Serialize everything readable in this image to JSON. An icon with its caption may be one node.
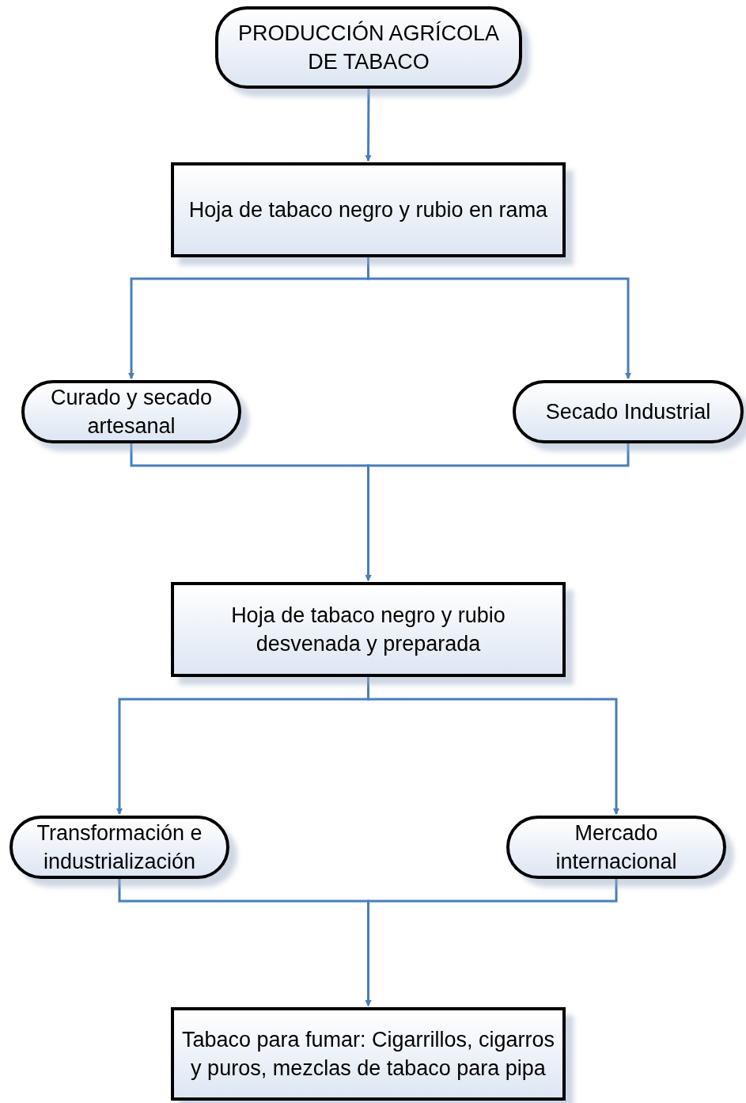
{
  "diagram": {
    "nodes": [
      {
        "text": [
          "PRODUCCIÓN AGRÍCOLA DE TABACO"
        ]
      },
      {
        "text": [
          "Hoja de tabaco negro y rubio en rama"
        ]
      },
      {
        "text": [
          "Curado y secado artesanal"
        ]
      },
      {
        "text": [
          "Secado Industrial"
        ]
      },
      {
        "text": [
          "Hoja de tabaco negro y rubio desvenada y preparada"
        ]
      },
      {
        "text": [
          "Transformación e industrialización"
        ]
      },
      {
        "text": [
          "Mercado internacional"
        ]
      },
      {
        "text": [
          "Tabaco para fumar: Cigarrillos, cigarros y puros, mezclas de tabaco para pipa"
        ]
      }
    ],
    "edges": [
      {
        "from": 0,
        "to": 1,
        "arrow": "to"
      },
      {
        "from": 1,
        "to": 2,
        "arrow": "to"
      },
      {
        "from": 1,
        "to": 3,
        "arrow": "to"
      },
      {
        "from": 2,
        "to": 4,
        "arrow": "to"
      },
      {
        "from": 3,
        "to": 4,
        "arrow": "to"
      },
      {
        "from": 4,
        "to": 5,
        "arrow": "to"
      },
      {
        "from": 4,
        "to": 6,
        "arrow": "to"
      },
      {
        "from": 5,
        "to": 7,
        "arrow": "to"
      },
      {
        "from": 6,
        "to": 7,
        "arrow": "to"
      }
    ]
  }
}
